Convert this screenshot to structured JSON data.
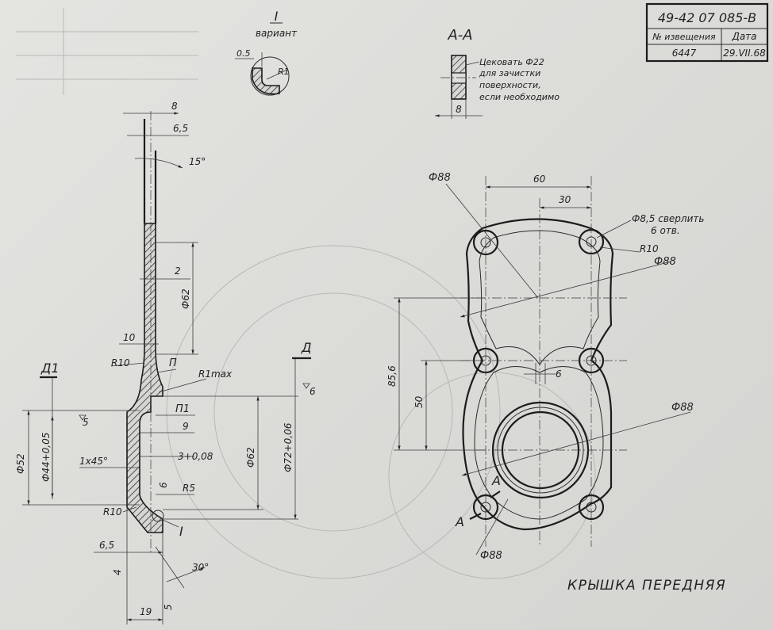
{
  "title_block": {
    "drawing_number": "49-42 07 085-В",
    "col_notice_header": "№ извещения",
    "col_date_header": "Дата",
    "notice_number": "6447",
    "date": "29.VII.68"
  },
  "title": "КРЫШКА ПЕРЕДНЯЯ",
  "detail_view": {
    "label": "I",
    "caption": "вариант",
    "dim_depth": "0.5",
    "radius": "R1"
  },
  "section_view": {
    "label": "А-А",
    "note_line1": "Цековать Ф22",
    "note_line2": "для зачистки",
    "note_line3": "поверхности,",
    "note_line4": "если необходимо",
    "dim_width": "8"
  },
  "profile": {
    "dim_8": "8",
    "dim_6_5_top": "6,5",
    "angle_15": "15°",
    "dim_2": "2",
    "dia_62_upper": "Ф62",
    "dim_10": "10",
    "r10_upper": "R10",
    "mark_P": "П",
    "r1max": "R1max",
    "mark_D1": "Д1",
    "rough_5": "5",
    "mark_P1": "П1",
    "dim_9": "9",
    "chamfer": "1x45°",
    "dim_3": "3+0,08",
    "r5": "R5",
    "dia_52": "Ф52",
    "dia_44": "Ф44+0,05",
    "dia_62_lower": "Ф62",
    "dia_72": "Ф72+0,06",
    "mark_D": "Д",
    "rough_6_right": "6",
    "rough_6": "6",
    "r10_lower": "R10",
    "mark_I": "I",
    "dim_6_5_bottom": "6,5",
    "rough_4": "4",
    "angle_30": "30°",
    "rough_5_bottom": "5",
    "dim_19": "19"
  },
  "plan_view": {
    "dia88_top_left": "Ф88",
    "dim_60": "60",
    "dim_30": "30",
    "holes_note_line1": "Ф8,5 сверлить",
    "holes_note_line2": "6 отв.",
    "r10": "R10",
    "dia88_right_upper": "Ф88",
    "dim_85_6": "85,6",
    "dim_50": "50",
    "dim_6": "6",
    "dia88_right_lower": "Ф88",
    "section_mark_a1": "А",
    "section_mark_a2": "А",
    "dia88_bottom": "Ф88"
  },
  "colors": {
    "ink": "#222222",
    "paper": "#dcdcd9"
  }
}
